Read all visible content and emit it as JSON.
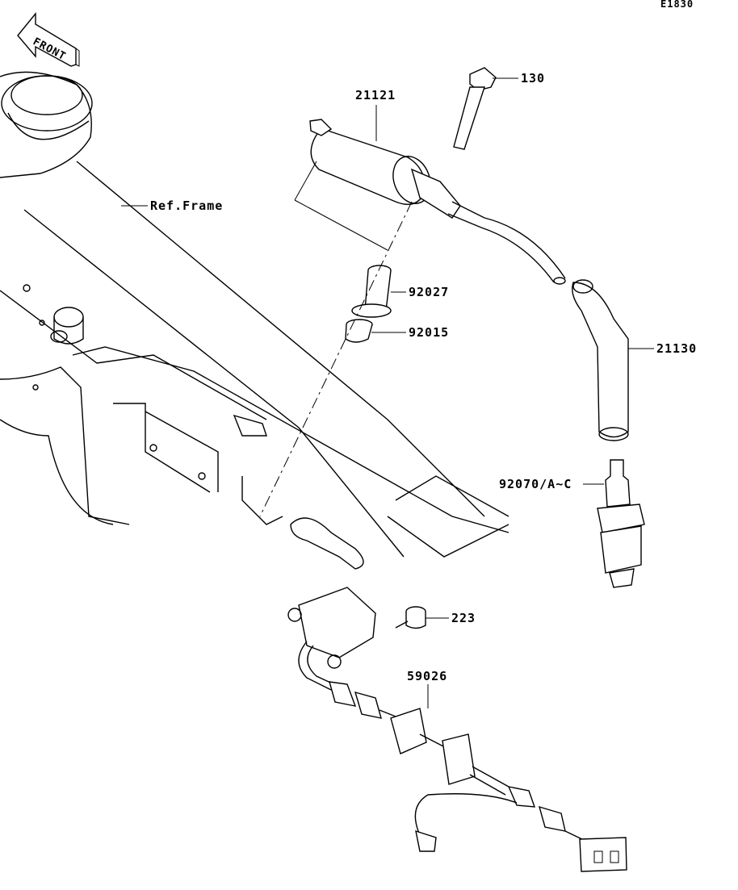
{
  "diagram": {
    "code": "E1830",
    "front_label": "FRONT",
    "frame_label": "Ref.Frame",
    "parts": {
      "coil": "21121",
      "bolt": "130",
      "collar": "92027",
      "grommet": "92015",
      "plug_cap": "21130",
      "spark_plug": "92070/A~C",
      "screw": "223",
      "pickup_coil": "59026"
    }
  }
}
